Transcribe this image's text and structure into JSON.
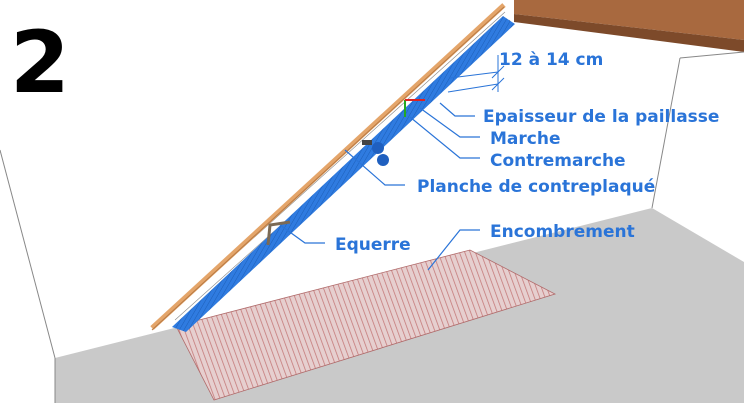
{
  "figure_number": "2",
  "labels": {
    "thickness_range": "12 à 14 cm",
    "slab_thickness": "Epaisseur de la paillasse",
    "tread": "Marche",
    "riser": "Contremarche",
    "plywood": "Planche de contreplaqué",
    "square": "Equerre",
    "footprint": "Encombrement"
  },
  "colors": {
    "label": "#2a74d8",
    "board": "#2f7be0",
    "rail": "#e4a56a",
    "floor": "#c9c9c9",
    "deck": "#a8693f",
    "footprint_hatch": "#c98080"
  }
}
